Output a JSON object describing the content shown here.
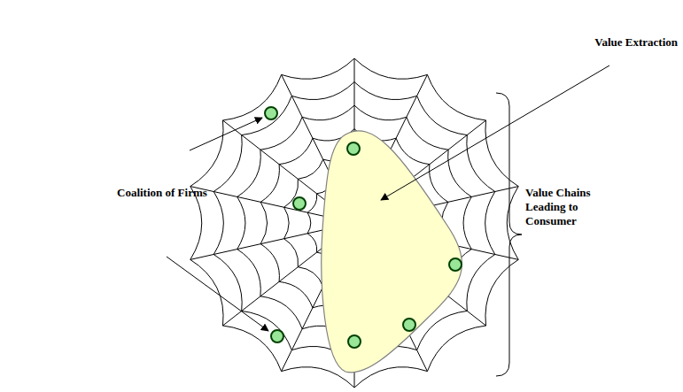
{
  "diagram": {
    "labels": [
      "Value Extraction",
      "Coalition of Firms",
      "Value Chains Leading to Consumer"
    ]
  }
}
